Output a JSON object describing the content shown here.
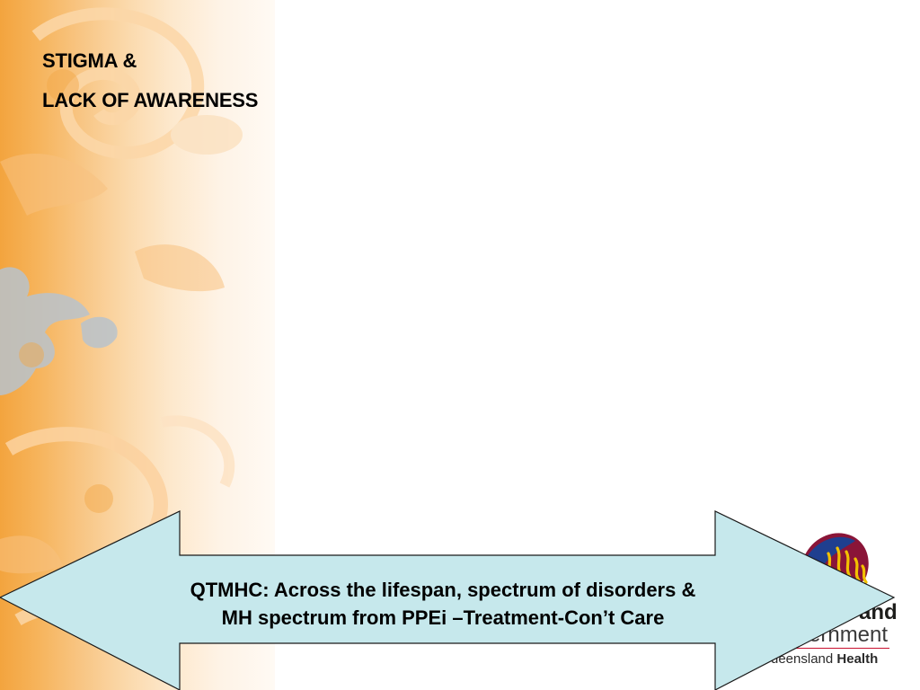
{
  "slide": {
    "heading_line1": "STIGMA &",
    "heading_line2": "LACK OF AWARENESS"
  },
  "arrow": {
    "line1": "QTMHC: Across the lifespan, spectrum of disorders &",
    "line2": "MH spectrum from PPEi –Treatment-Con’t Care",
    "fill_color": "#c6e8ec"
  },
  "logo": {
    "line_top": "and",
    "line_mid": "ernment",
    "line_bottom_regular": "ueensland ",
    "line_bottom_bold": "Health"
  }
}
